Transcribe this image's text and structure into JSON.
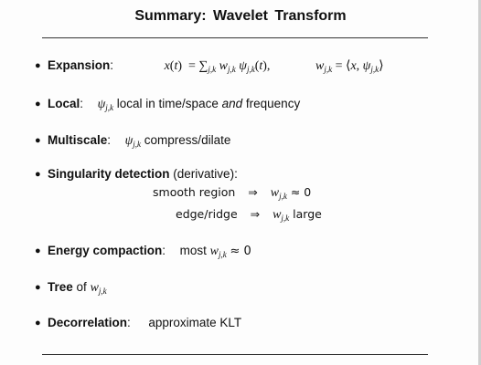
{
  "title": "Summary:   Wavelet Transform",
  "bullet_glyph": "●",
  "items": {
    "expansion": {
      "label": "Expansion",
      "colon": ":"
    },
    "local": {
      "label": "Local",
      "colon": ":",
      "text1": "local in time/space",
      "italic_word": "and",
      "text2": "frequency"
    },
    "multiscale": {
      "label": "Multiscale",
      "colon": ":",
      "text": "compress/dilate"
    },
    "singularity": {
      "label": "Singularity detection",
      "paren": "(derivative):",
      "smooth": "smooth region",
      "edge": "edge/ridge",
      "arrow": "⇒",
      "approx_zero": "≈ 0",
      "large": "large"
    },
    "energy": {
      "label": "Energy compaction",
      "colon": ":",
      "prefix": "most",
      "approx_zero": "≈ 0"
    },
    "tree": {
      "label": "Tree",
      "of": "of"
    },
    "decorrelation": {
      "label": "Decorrelation",
      "colon": ":",
      "text": "approximate KLT"
    }
  }
}
